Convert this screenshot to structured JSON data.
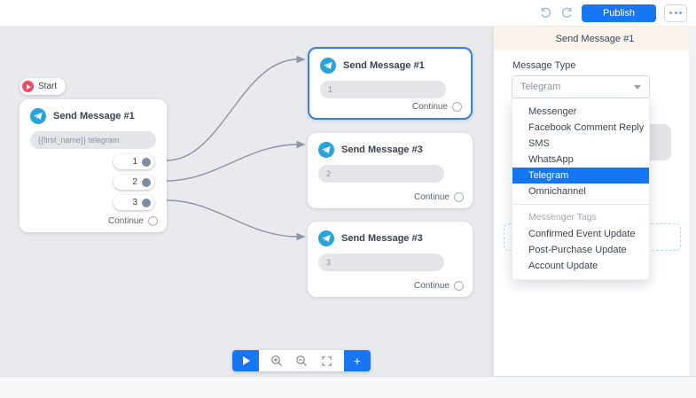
{
  "topbar": {
    "publish_label": "Publish"
  },
  "canvas": {
    "start_label": "Start",
    "main_node": {
      "title": "Send Message #1",
      "input_text": "{{first_name}} telegram",
      "ports": [
        "1",
        "2",
        "3"
      ],
      "continue_label": "Continue"
    },
    "nodes": [
      {
        "title": "Send Message #1",
        "message_text": "1",
        "continue_label": "Continue",
        "selected": true
      },
      {
        "title": "Send Message #3",
        "message_text": "2",
        "continue_label": "Continue",
        "selected": false
      },
      {
        "title": "Send Message #3",
        "message_text": "3",
        "continue_label": "Continue",
        "selected": false
      }
    ]
  },
  "sidebar": {
    "title": "Send Message #1",
    "message_type_label": "Message Type",
    "select_value": "Telegram",
    "dropdown": {
      "channels": [
        "Messenger",
        "Facebook Comment Reply",
        "SMS",
        "WhatsApp",
        "Telegram",
        "Omnichannel"
      ],
      "selected": "Telegram",
      "group_label": "Messenger Tags",
      "tags": [
        "Confirmed Event Update",
        "Post-Purchase Update",
        "Account Update"
      ]
    }
  },
  "colors": {
    "accent_blue": "#1777f2",
    "selected_item_blue": "#1476f2",
    "telegram_blue": "#2AA3DD",
    "start_red": "#f8475e",
    "canvas_bg": "#e9eaed",
    "sidebar_header_bg": "#faf4ed",
    "connector_gray": "#8b95a7"
  }
}
